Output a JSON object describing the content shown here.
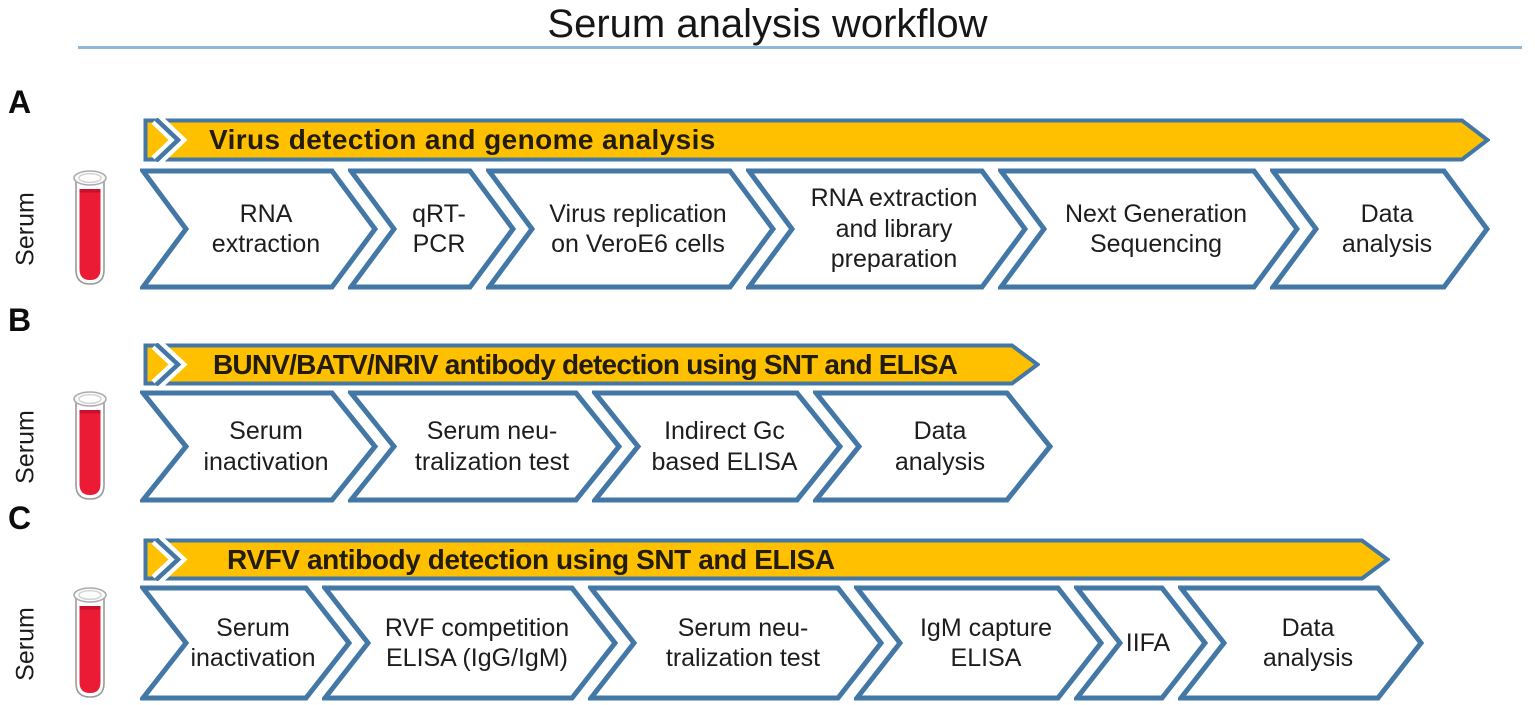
{
  "title": "Serum analysis workflow",
  "colors": {
    "banner_fill": "#FFC000",
    "outline_blue": "#4377A6",
    "serum_red": "#EC1B35",
    "serum_red_dark": "#C9112B",
    "underline_blue": "#8FB8DC"
  },
  "panels": [
    {
      "label": "A",
      "banner_text": "Virus detection and genome analysis",
      "serum_label": "Serum",
      "steps": [
        {
          "text": "RNA\nextraction"
        },
        {
          "text": "qRT-\nPCR"
        },
        {
          "text": "Virus replication\non VeroE6 cells"
        },
        {
          "text": "RNA extraction\nand library\npreparation"
        },
        {
          "text": "Next Generation\nSequencing"
        },
        {
          "text": "Data\nanalysis"
        }
      ]
    },
    {
      "label": "B",
      "banner_text": "BUNV/BATV/NRIV antibody detection using SNT and ELISA",
      "serum_label": "Serum",
      "steps": [
        {
          "text": "Serum\ninactivation"
        },
        {
          "text": "Serum neu-\ntralization test"
        },
        {
          "text": "Indirect Gc\nbased ELISA"
        },
        {
          "text": "Data\nanalysis"
        }
      ]
    },
    {
      "label": "C",
      "banner_text": "RVFV antibody detection using SNT and ELISA",
      "serum_label": "Serum",
      "steps": [
        {
          "text": "Serum\ninactivation"
        },
        {
          "text": "RVF competition\nELISA (IgG/IgM)"
        },
        {
          "text": "Serum neu-\ntralization test"
        },
        {
          "text": "IgM capture\nELISA"
        },
        {
          "text": "IIFA"
        },
        {
          "text": "Data\nanalysis"
        }
      ]
    }
  ]
}
